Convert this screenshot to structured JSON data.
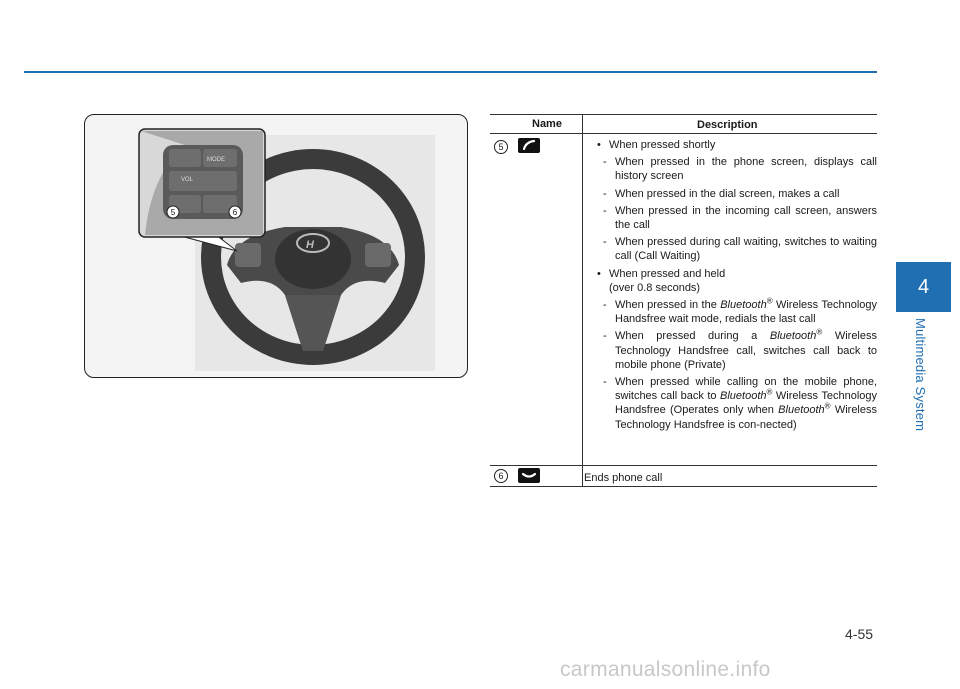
{
  "table": {
    "header_name": "Name",
    "header_description": "Description",
    "rows": [
      {
        "num": "5",
        "icon": "call-answer-icon",
        "bullet1": "When pressed shortly",
        "b1_items": [
          "When pressed in the phone screen, displays call history screen",
          "When pressed in the dial screen, makes a call",
          "When pressed in the incoming call screen, answers the call",
          "When pressed during call waiting, switches to waiting call (Call Waiting)"
        ],
        "bullet2_line1": "When pressed and held",
        "bullet2_line2": "(over 0.8 seconds)",
        "b2_item1_pre": "When pressed in the",
        "b2_item1_post": "Technology Handsfree wait mode, redials the last call",
        "b2_item2_pre": "When pressed during a",
        "b2_item2_post": "Technology Handsfree call, switches call back to mobile phone (Private)",
        "b2_item3_pre": "When pressed while calling on the mobile phone, switches call back to",
        "b2_item3_mid": "Technology Handsfree (Operates only when",
        "b2_item3_post": "Wireless Technology Handsfree is con-nected)",
        "bluetooth": "Bluetooth",
        "reg": "®",
        "wireless": "Wireless"
      },
      {
        "num": "6",
        "icon": "call-end-icon",
        "description": "Ends phone call"
      }
    ]
  },
  "illustration": {
    "callout_5": "5",
    "callout_6": "6",
    "mode_label": "MODE",
    "vol_label": "VOL"
  },
  "side_tab": {
    "number": "4",
    "title": "Multimedia System"
  },
  "page_number": "4-55",
  "watermark": "carmanualsonline.info",
  "colors": {
    "accent": "#1f6fb2"
  }
}
